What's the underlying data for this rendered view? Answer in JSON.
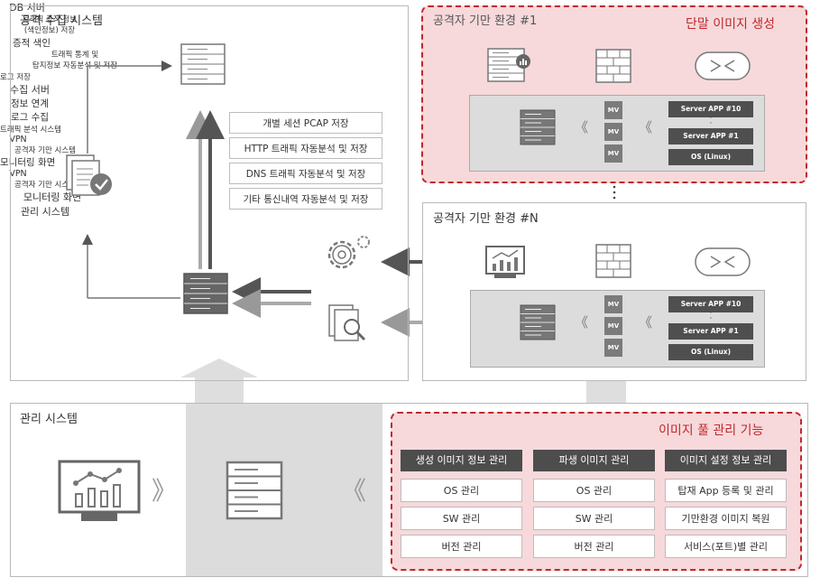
{
  "collection_system": {
    "title": "공격 수집 시스템",
    "db_server": "DB 서버",
    "evidence_label": "트래픽 증적 정보\n(색인정보) 저장",
    "evidence_index": "증적 색인",
    "stats_label": "트래픽 통계 및\n탐지정보 자동분석 및 저장",
    "storage_items": [
      "개별 세션 PCAP 저장",
      "HTTP 트래픽 자동분석 및 저장",
      "DNS 트래픽 자동분석 및 저장",
      "기타 통신내역 자동분석 및 저장"
    ],
    "log_save": "로그 저장",
    "collect_server": "수집 서버",
    "info_link": "정보 연계",
    "log_collect": "로그 수집"
  },
  "env1": {
    "title": "공격자 기만 환경 #1",
    "badge": "단말 이미지 생성",
    "traffic_system": "트래픽 분석 시스템",
    "vpn": "VPN",
    "mv": [
      "MV",
      "MV",
      "MV"
    ],
    "deception_system": "공격자 기만 시스템",
    "servers": [
      "Server APP #10",
      "Server APP #1",
      "OS (Linux)"
    ]
  },
  "envN": {
    "title": "공격자 기만 환경 #N",
    "monitor": "모니터링 화면",
    "vpn": "VPN",
    "mv": [
      "MV",
      "MV",
      "MV"
    ],
    "deception_system": "공격자 기만 시스템",
    "servers": [
      "Server APP #10",
      "Server APP #1",
      "OS (Linux)"
    ]
  },
  "management": {
    "title": "관리 시스템",
    "monitor": "모니터링 화면",
    "system": "관리 시스템",
    "pool_title": "이미지 풀 관리 기능",
    "columns": [
      {
        "header": "생성 이미지 정보 관리",
        "items": [
          "OS 관리",
          "SW 관리",
          "버전 관리"
        ]
      },
      {
        "header": "파생 이미지 관리",
        "items": [
          "OS 관리",
          "SW 관리",
          "버전 관리"
        ]
      },
      {
        "header": "이미지 설정 정보 관리",
        "items": [
          "탑재 App 등록 및 관리",
          "기만환경 이미지 복원",
          "서비스(포트)별 관리"
        ]
      }
    ]
  }
}
